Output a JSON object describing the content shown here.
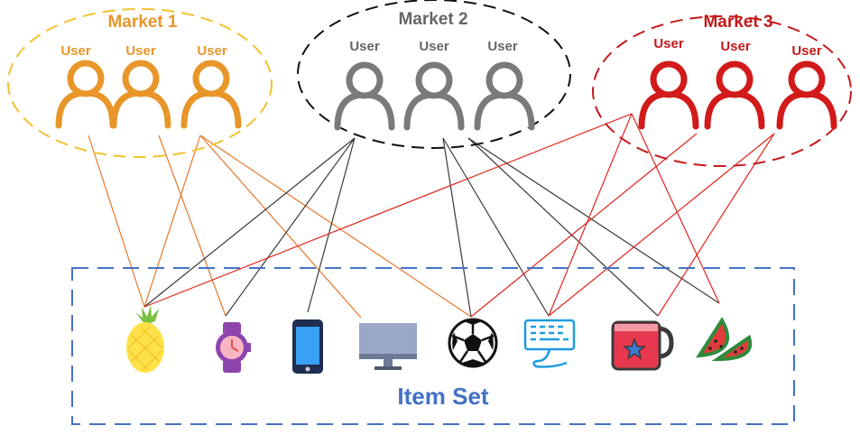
{
  "markets": [
    {
      "name": "Market 1",
      "color": "#E8962A",
      "ellipse_color": "#F2C230",
      "users": [
        "User",
        "User",
        "User"
      ]
    },
    {
      "name": "Market 2",
      "color": "#666666",
      "ellipse_color": "#111111",
      "users": [
        "User",
        "User",
        "User"
      ]
    },
    {
      "name": "Market 3",
      "color": "#C4191B",
      "ellipse_color": "#C4191B",
      "users": [
        "User",
        "User",
        "User"
      ]
    }
  ],
  "item_set": {
    "label": "Item Set",
    "color": "#4472C4"
  },
  "items": [
    "pineapple-icon",
    "watch-icon",
    "smartphone-icon",
    "monitor-icon",
    "soccer-ball-icon",
    "keyboard-icon",
    "mug-icon",
    "watermelon-icon"
  ],
  "connections": [
    {
      "market": 0,
      "user": 0,
      "item": 0
    },
    {
      "market": 0,
      "user": 1,
      "item": 1
    },
    {
      "market": 0,
      "user": 2,
      "item": 0
    },
    {
      "market": 0,
      "user": 2,
      "item": 3
    },
    {
      "market": 0,
      "user": 2,
      "item": 4
    },
    {
      "market": 1,
      "user": 0,
      "item": 1
    },
    {
      "market": 1,
      "user": 0,
      "item": 2
    },
    {
      "market": 1,
      "user": 0,
      "item": 0
    },
    {
      "market": 1,
      "user": 1,
      "item": 4
    },
    {
      "market": 1,
      "user": 1,
      "item": 5
    },
    {
      "market": 1,
      "user": 2,
      "item": 6
    },
    {
      "market": 1,
      "user": 2,
      "item": 7
    },
    {
      "market": 2,
      "user": 0,
      "item": 0
    },
    {
      "market": 2,
      "user": 0,
      "item": 5
    },
    {
      "market": 2,
      "user": 0,
      "item": 7
    },
    {
      "market": 2,
      "user": 1,
      "item": 4
    },
    {
      "market": 2,
      "user": 2,
      "item": 5
    },
    {
      "market": 2,
      "user": 2,
      "item": 6
    }
  ]
}
